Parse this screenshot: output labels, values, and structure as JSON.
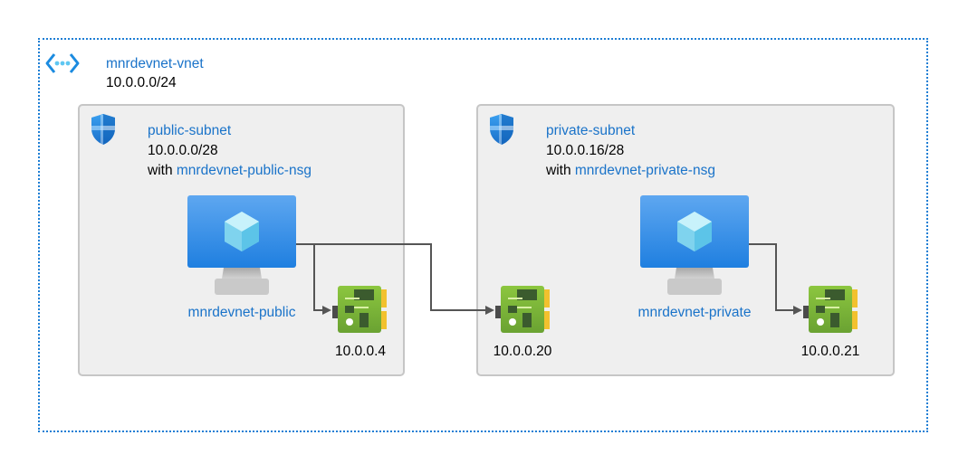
{
  "vnet": {
    "name": "mnrdevnet-vnet",
    "cidr": "10.0.0.0/24",
    "icon": "vnet-icon"
  },
  "public_subnet": {
    "name": "public-subnet",
    "cidr": "10.0.0.0/28",
    "with_prefix": "with",
    "nsg": "mnrdevnet-public-nsg",
    "icon": "shield-icon",
    "vm": {
      "name": "mnrdevnet-public",
      "icon": "virtual-machine-icon"
    },
    "nic": {
      "ip": "10.0.0.4",
      "icon": "network-interface-icon"
    }
  },
  "private_subnet": {
    "name": "private-subnet",
    "cidr": "10.0.0.16/28",
    "with_prefix": "with",
    "nsg": "mnrdevnet-private-nsg",
    "icon": "shield-icon",
    "vm": {
      "name": "mnrdevnet-private",
      "icon": "virtual-machine-icon"
    },
    "nic": {
      "ip": "10.0.0.21",
      "icon": "network-interface-icon"
    },
    "nic_secondary": {
      "ip": "10.0.0.20",
      "icon": "network-interface-icon"
    }
  },
  "colors": {
    "link_blue": "#1a73c9",
    "vnet_border": "#1e7ed4",
    "subnet_fill": "#efefef",
    "subnet_border": "#c6c6c6",
    "connector": "#555555"
  }
}
